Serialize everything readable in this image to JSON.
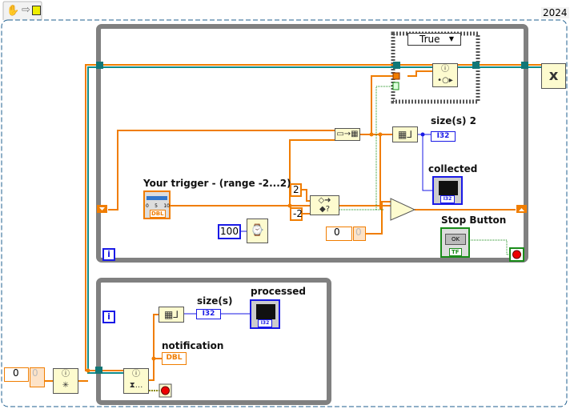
{
  "toolbar": {
    "icons": [
      "hand-icon",
      "arrow-icon",
      "vi-icon"
    ],
    "version_label": "2024"
  },
  "case_structure": {
    "selector_value": "True"
  },
  "loop1": {
    "iteration_label": "i",
    "trigger_label": "Your trigger - (range -2...2)",
    "trigger_control": {
      "type": "DBL",
      "scale": [
        "0",
        "5",
        "10"
      ]
    },
    "const_upper": "2",
    "const_lower": "-2",
    "wait_ms": "100",
    "numeric_control": {
      "value": "0",
      "ghost": "0"
    },
    "size_label": "size(s) 2",
    "size_type": "I32",
    "collected_label": "collected",
    "collected_type": "I32",
    "stop_label": "Stop Button",
    "stop_button_text": "OK",
    "stop_type": "TF"
  },
  "loop2": {
    "iteration_label": "i",
    "size_label": "size(s)",
    "size_type": "I32",
    "processed_label": "processed",
    "processed_type": "I32",
    "notification_label": "notification",
    "notification_type": "DBL",
    "wait_glyph": "⧗..."
  },
  "left": {
    "numeric_control": {
      "value": "0",
      "ghost": "0"
    }
  },
  "colors": {
    "orange_wire": "#f07d00",
    "teal_wire": "#0f8c8c",
    "loop_border": "#808080",
    "blue_wire": "#1a1ae6",
    "node_bg": "#fdfbcf"
  }
}
